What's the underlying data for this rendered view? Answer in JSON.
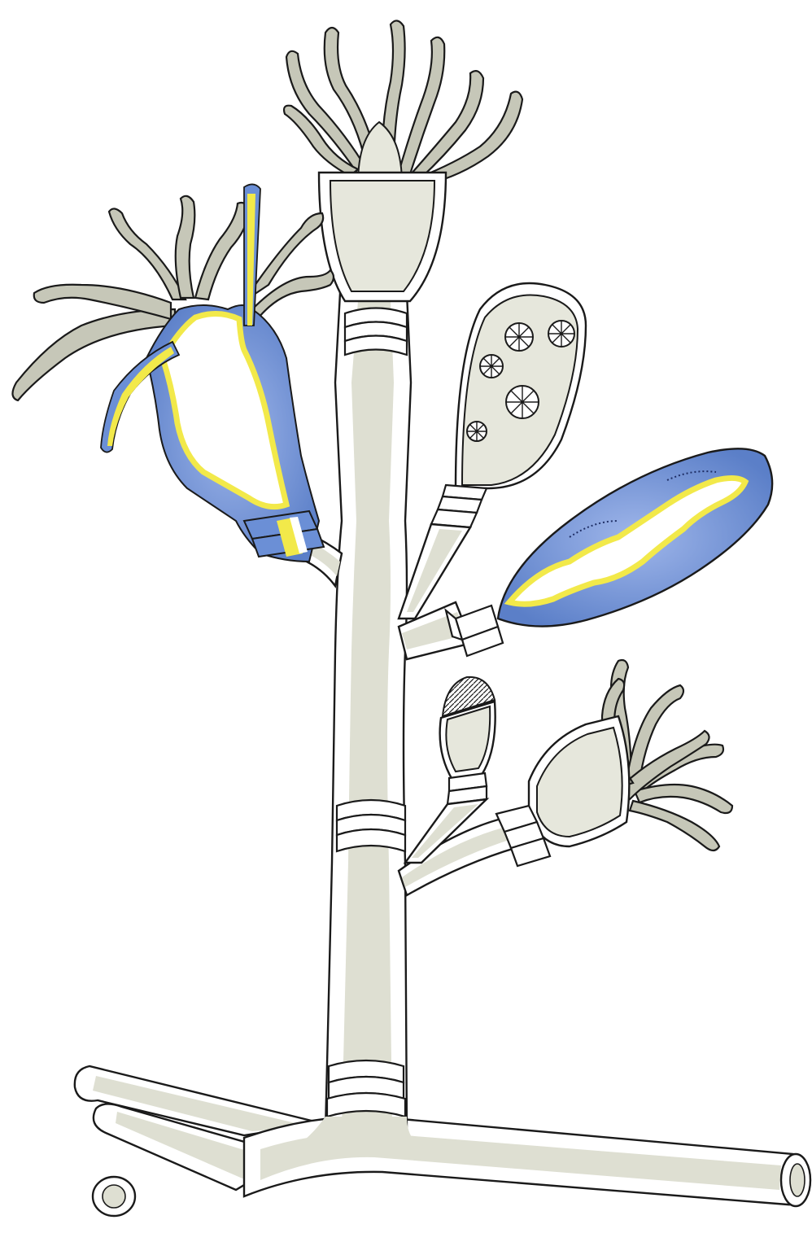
{
  "colors": {
    "background": "#ffffff",
    "outline": "#1a1a1a",
    "coenosarc": "#dedfd2",
    "tentacle": "#c6c7b8",
    "ectoderm_blue": "#6b8fd6",
    "ectoderm_blue_light": "#9fb6ea",
    "endoderm_yellow": "#f2e94a"
  },
  "parts": {
    "stolon": "stolon",
    "stem": "hydrocaulus",
    "top_polyp": "gastrozooid",
    "left_polyp": "gastrozooid-highlighted",
    "upper_gonotheca": "gonotheca",
    "blue_gonophore": "gonophore-highlighted",
    "small_bud": "hydrotheca-closed",
    "lower_polyp": "gastrozooid"
  }
}
